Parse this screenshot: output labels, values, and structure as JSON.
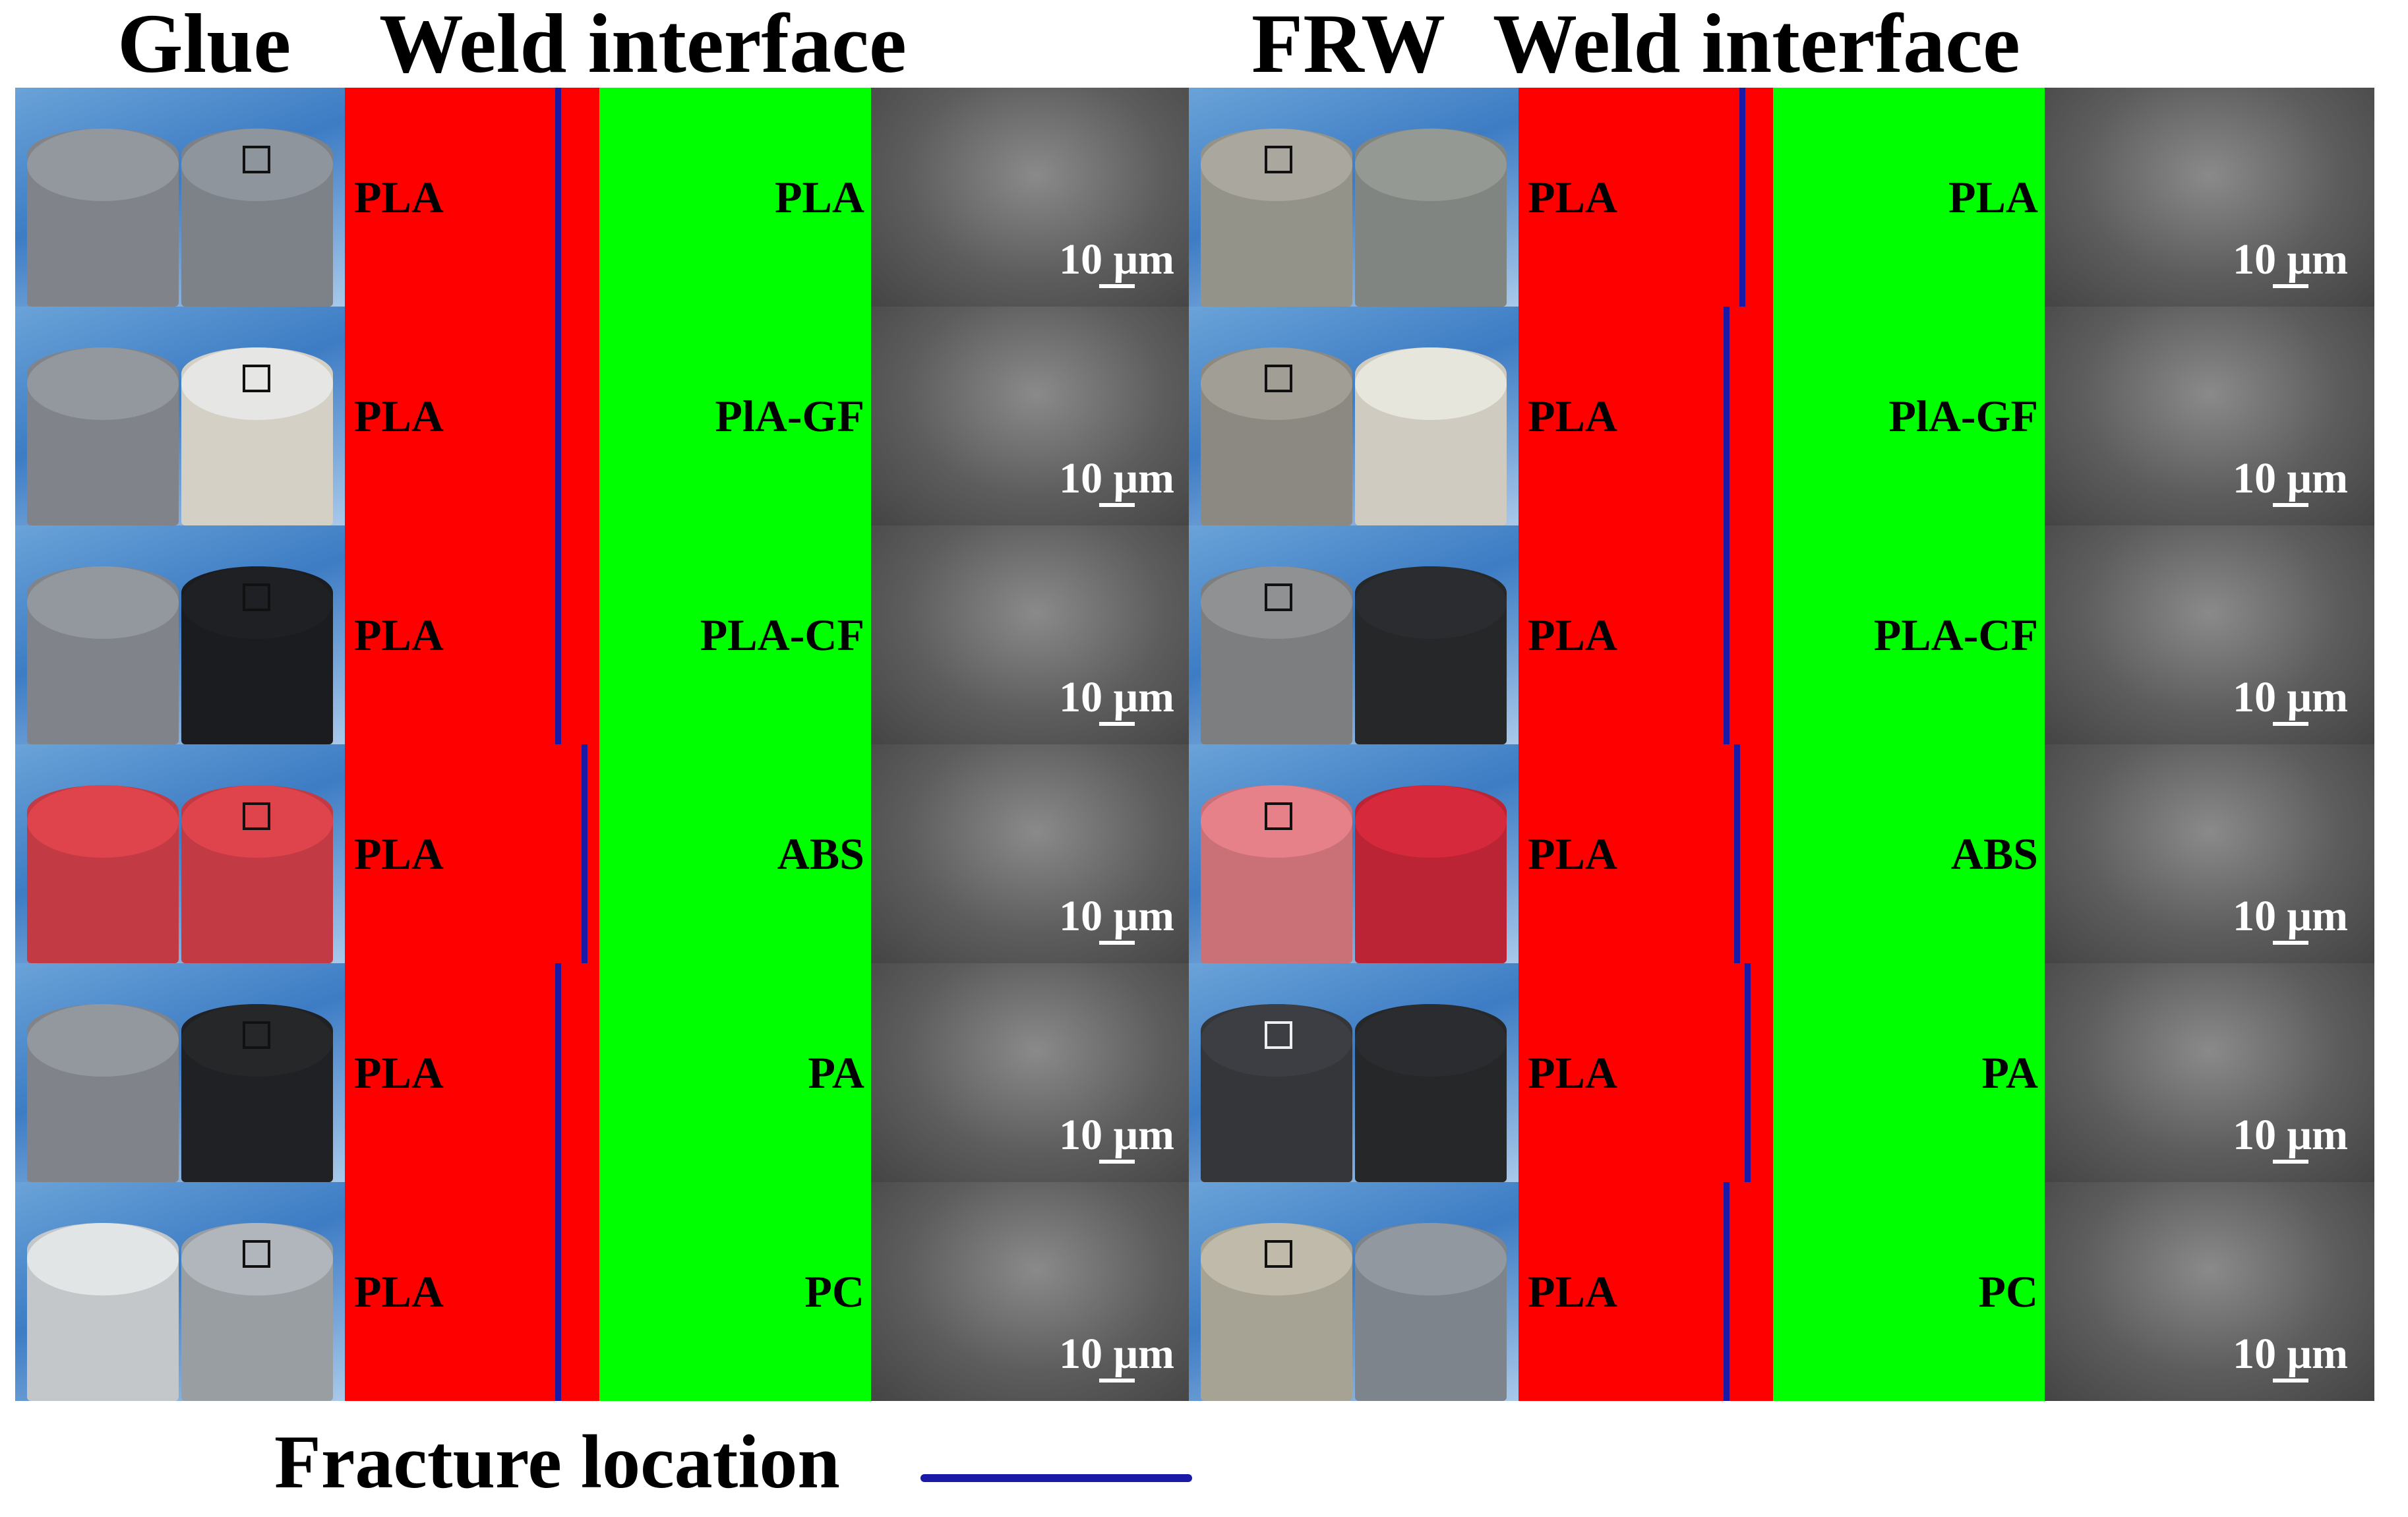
{
  "headers": {
    "glue": "Glue",
    "glue_interface": "Weld interface",
    "frw": "FRW",
    "frw_interface": "Weld interface"
  },
  "colors": {
    "left_material": "#ff0000",
    "right_material": "#00ff00",
    "fracture_line": "#1a1aa6"
  },
  "scale_label": "10 μm",
  "legend": {
    "label": "Fracture location"
  },
  "glue_rows": [
    {
      "left": "PLA",
      "right": "PLA",
      "fracture": 0.4,
      "scale": "10 μm",
      "specimen_colors": [
        "#8e9399",
        "#8a9097"
      ]
    },
    {
      "left": "PLA",
      "right": "PlA-GF",
      "fracture": 0.4,
      "scale": "10 μm",
      "specimen_colors": [
        "#8e9399",
        "#ece7dc"
      ]
    },
    {
      "left": "PLA",
      "right": "PLA-CF",
      "fracture": 0.4,
      "scale": "10 μm",
      "specimen_colors": [
        "#8e9399",
        "#1e1f22"
      ]
    },
    {
      "left": "PLA",
      "right": "ABS",
      "fracture": 0.45,
      "scale": "10 μm",
      "specimen_colors": [
        "#d8414a",
        "#d8414a"
      ]
    },
    {
      "left": "PLA",
      "right": "PA",
      "fracture": 0.4,
      "scale": "10 μm",
      "specimen_colors": [
        "#8e9399",
        "#242528"
      ]
    },
    {
      "left": "PLA",
      "right": "PC",
      "fracture": 0.4,
      "scale": "10 μm",
      "specimen_colors": [
        "#d9dde0",
        "#aab0b5"
      ]
    }
  ],
  "frw_rows": [
    {
      "left": "PLA",
      "right": "PLA",
      "fracture": 0.42,
      "scale": "10 μm",
      "specimen_colors": [
        "#a4a399",
        "#8f948f"
      ]
    },
    {
      "left": "PLA",
      "right": "PlA-GF",
      "fracture": 0.39,
      "scale": "10 μm",
      "specimen_colors": [
        "#9c9890",
        "#e7e2d6"
      ]
    },
    {
      "left": "PLA",
      "right": "PLA-CF",
      "fracture": 0.39,
      "scale": "10 μm",
      "specimen_colors": [
        "#8a8c8e",
        "#2a2b2d"
      ]
    },
    {
      "left": "PLA",
      "right": "ABS",
      "fracture": 0.41,
      "scale": "10 μm",
      "specimen_colors": [
        "#e07c84",
        "#d0283a"
      ]
    },
    {
      "left": "PLA",
      "right": "PA",
      "fracture": 0.43,
      "scale": "10 μm",
      "specimen_colors": [
        "#3a3c40",
        "#2a2b2d"
      ]
    },
    {
      "left": "PLA",
      "right": "PC",
      "fracture": 0.39,
      "scale": "10 μm",
      "specimen_colors": [
        "#b9b4a4",
        "#8c939a"
      ]
    }
  ]
}
